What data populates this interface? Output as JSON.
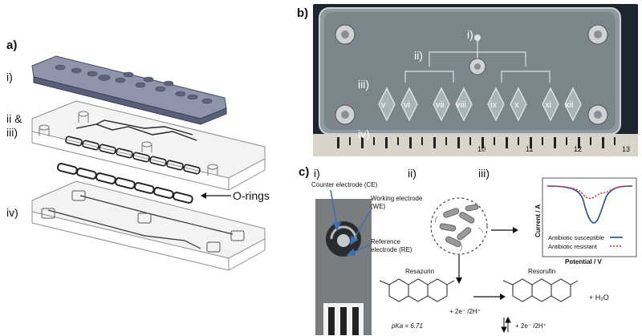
{
  "panel_a": {
    "letter": "a)",
    "labels": [
      "i)",
      "ii &",
      "iii)",
      "iv)"
    ],
    "oring_label": "O-rings"
  },
  "panel_b": {
    "letter": "b)",
    "labels": [
      "i)",
      "ii)",
      "iii)",
      "iv)"
    ],
    "chamber_labels": [
      "v",
      "vi",
      "vii",
      "viii",
      "ix",
      "x",
      "xi",
      "xii"
    ],
    "ruler_numbers": [
      "10",
      "11",
      "12",
      "13"
    ]
  },
  "panel_c": {
    "letter": "c)",
    "sub_labels": [
      "i)",
      "ii)",
      "iii)"
    ],
    "electrodes": {
      "counter": "Counter electrode (CE)",
      "working": "Working electrode (WE)",
      "reference": "Reference electrode (RE)"
    },
    "plot": {
      "ylabel": "Current / A",
      "xlabel": "Potential / V",
      "legend": [
        "Antibiotic susceptible",
        "Antibiotic resistant"
      ]
    },
    "chemistry": {
      "resazurin": "Resazurin",
      "resorufin": "Resorufin",
      "pka": "pKa = 6.71",
      "electrons_1": "+ 2e⁻ /2H⁺",
      "water": "+ H₂O",
      "electrons_2": "+ 2e⁻ /2H⁺"
    }
  },
  "colors": {
    "susceptible": "#1f4e9c",
    "resistant": "#e0322b",
    "arrow_blue": "#3b6fb6"
  }
}
